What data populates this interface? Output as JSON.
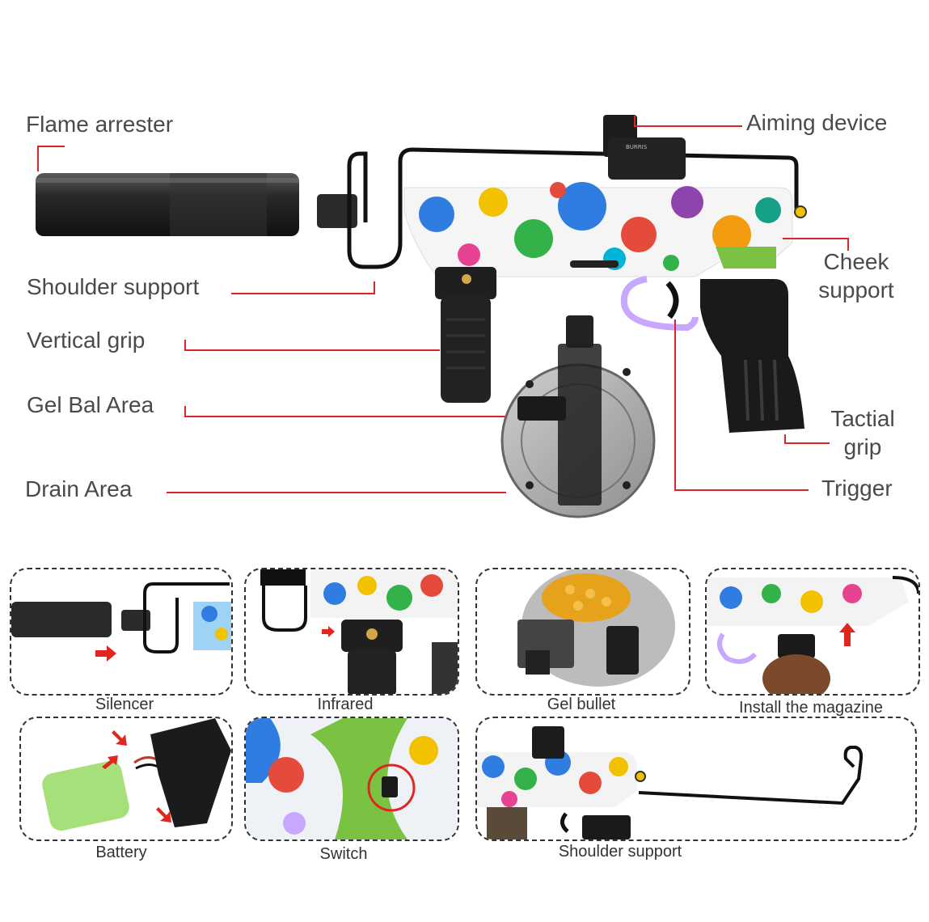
{
  "diagram": {
    "labels": {
      "flame_arrester": "Flame arrester",
      "shoulder_support": "Shoulder support",
      "vertical_grip": "Vertical grip",
      "gel_ball_area": "Gel Bal Area",
      "drain_area": "Drain Area",
      "aiming_device": "Aiming device",
      "cheek_support_line1": "Cheek",
      "cheek_support_line2": "support",
      "tactical_grip_line1": "Tactial",
      "tactical_grip_line2": "grip",
      "trigger": "Trigger"
    },
    "scope_text": "BURRIS",
    "colors": {
      "leader": "#d8262c",
      "label": "#4a4a4a"
    }
  },
  "panels": [
    {
      "caption": "Silencer"
    },
    {
      "caption": "Infrared"
    },
    {
      "caption": "Gel bullet"
    },
    {
      "caption": "Install the magazine"
    },
    {
      "caption": "Battery"
    },
    {
      "caption": "Switch"
    },
    {
      "caption": "Shoulder support"
    }
  ]
}
